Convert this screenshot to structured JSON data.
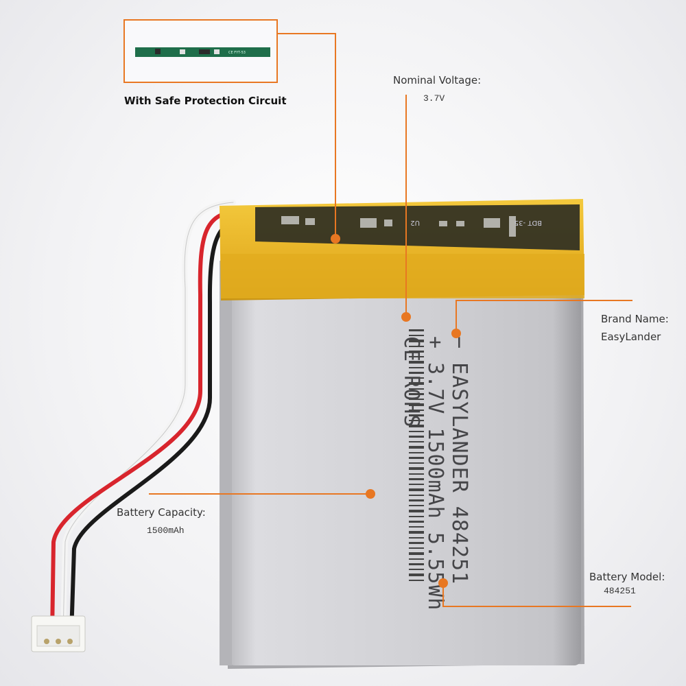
{
  "protection": {
    "caption": "With Safe Protection Circuit",
    "pcb_marking": "CE FYT-53"
  },
  "voltage": {
    "label": "Nominal Voltage:",
    "value": "3.7V"
  },
  "brand": {
    "label": "Brand Name:",
    "value": "EasyLander"
  },
  "capacity": {
    "label": "Battery  Capacity:",
    "value": "1500mAh"
  },
  "model": {
    "label": "Battery Model:",
    "value": "484251"
  },
  "cell": {
    "line1": "− EASYLANDER  484251",
    "line2": "+ 3.7V 1500mAh 5.55Wh",
    "line3": "CE ROHS",
    "board_u2": "U2",
    "board_bdt": "BDT -35"
  },
  "colors": {
    "accent": "#e87722",
    "tape": "#e8b528",
    "cell_body": "#cfcfd3"
  }
}
